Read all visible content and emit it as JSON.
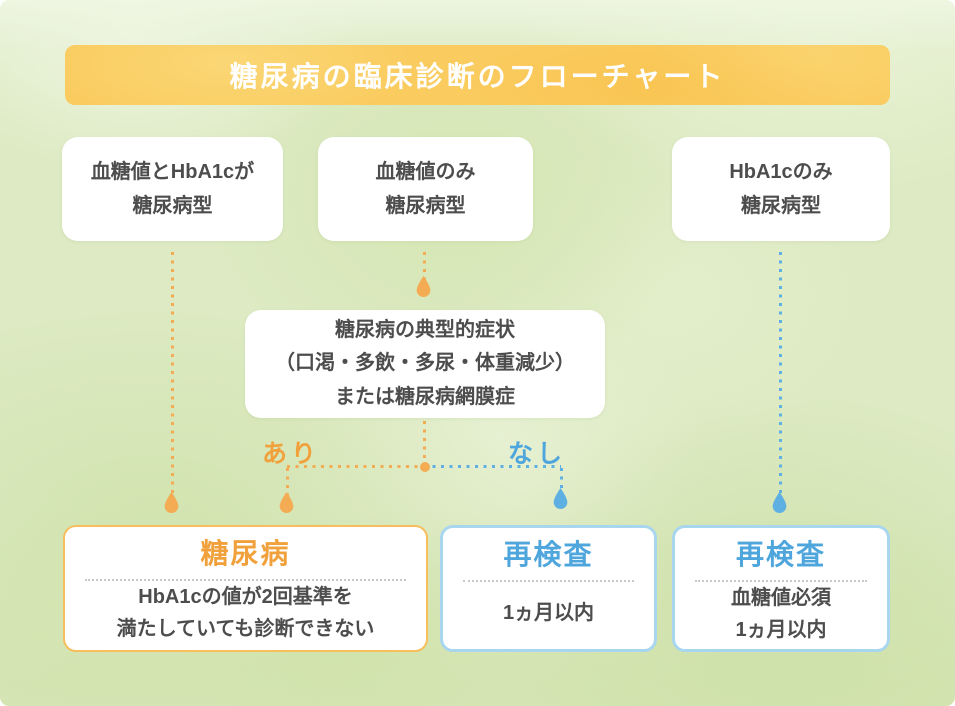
{
  "title": "糖尿病の臨床診断のフローチャート",
  "top_boxes": [
    {
      "lines": [
        "血糖値とHbA1cが",
        "糖尿病型"
      ]
    },
    {
      "lines": [
        "血糖値のみ",
        "糖尿病型"
      ]
    },
    {
      "lines": [
        "HbA1cのみ",
        "糖尿病型"
      ]
    }
  ],
  "symptom_box": {
    "lines": [
      "糖尿病の典型的症状",
      "（口渇・多飲・多尿・体重減少）",
      "または糖尿病網膜症"
    ]
  },
  "branch_labels": {
    "yes": "あり",
    "no": "なし"
  },
  "result_boxes": [
    {
      "heading": "糖尿病",
      "body_lines": [
        "HbA1cの値が2回基準を",
        "満たしていても診断できない"
      ],
      "accent": "orange"
    },
    {
      "heading": "再検査",
      "body_lines": [
        "1ヵ月以内"
      ],
      "accent": "blue"
    },
    {
      "heading": "再検査",
      "body_lines": [
        "血糖値必須",
        "1ヵ月以内"
      ],
      "accent": "blue"
    }
  ],
  "colors": {
    "orange": "#F1A13C",
    "orange_line": "#F3AC54",
    "orange_border": "#F7BE5E",
    "blue": "#4FA6DC",
    "blue_line": "#5FB0E2",
    "blue_border": "#A9D6EF",
    "text": "#4D4D4D",
    "divider": "#C8C8C8",
    "banner": "#FACC60",
    "bg": "#DDEAC3"
  }
}
